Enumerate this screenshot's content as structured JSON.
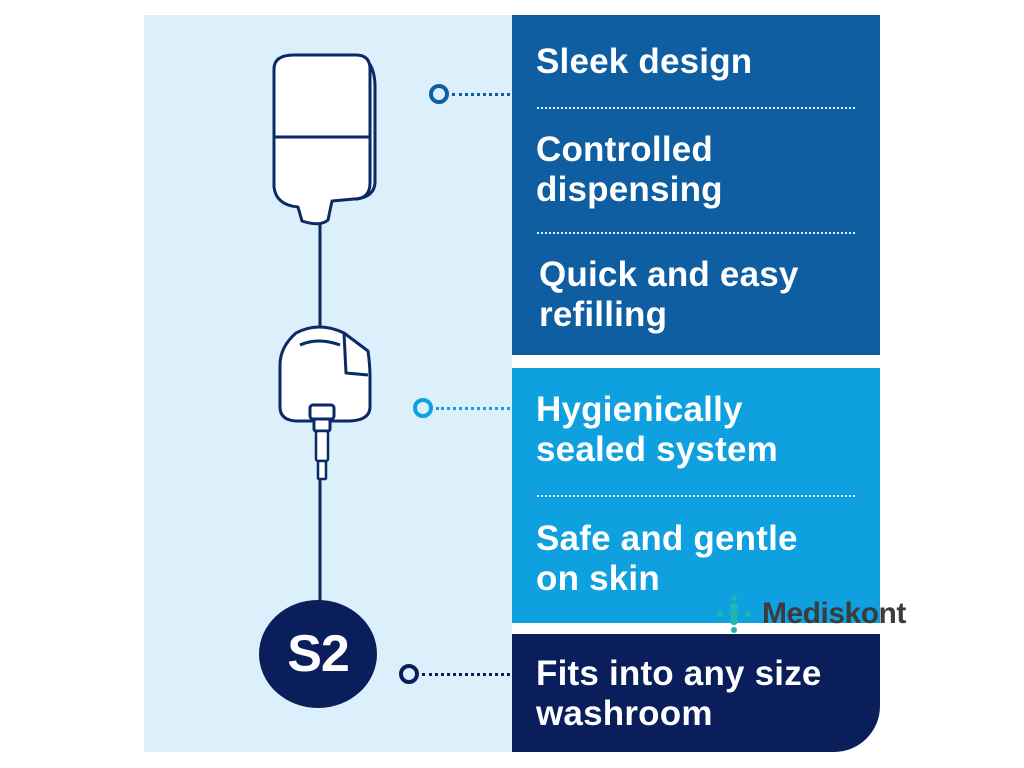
{
  "colors": {
    "panel_bg": "#dbf0fb",
    "dark_blue": "#0e5ea1",
    "light_blue": "#0ea0df",
    "navy": "#0a1e5c",
    "outline": "#0a2a66",
    "watermark_accent": "#1fb5b0"
  },
  "features": {
    "dark_group": [
      {
        "text": "Sleek design"
      },
      {
        "text": "Controlled\ndispensing"
      },
      {
        "text": "Quick and easy\nrefilling"
      }
    ],
    "light_group": [
      {
        "text": "Hygienically\nsealed system"
      },
      {
        "text": "Safe and gentle\non skin"
      }
    ],
    "navy_group": [
      {
        "text": "Fits into any size\nwashroom"
      }
    ]
  },
  "badge": {
    "label": "S2"
  },
  "watermark": {
    "text": "Mediskont",
    "icon": "cross-dots-icon"
  }
}
